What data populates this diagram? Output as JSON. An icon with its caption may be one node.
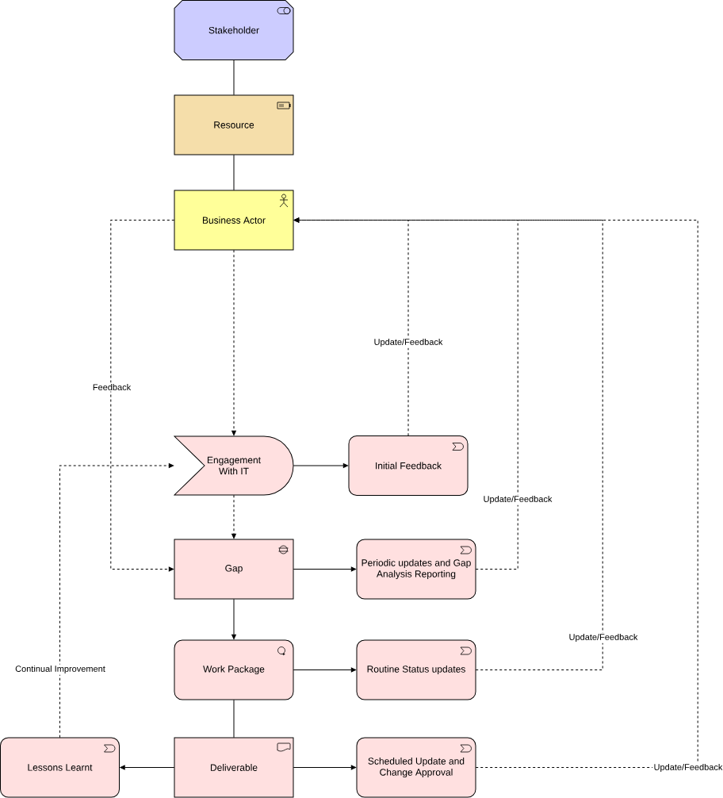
{
  "diagram": {
    "nodes": [
      {
        "text": [
          "Stakeholder"
        ]
      },
      {
        "text": [
          "Resource"
        ]
      },
      {
        "text": [
          "Business Actor"
        ]
      },
      {
        "text": [
          "Engagement With IT"
        ]
      },
      {
        "text": [
          "Initial Feedback"
        ]
      },
      {
        "text": [
          "Gap"
        ]
      },
      {
        "text": [
          "Periodic updates and Gap Analysis Reporting"
        ]
      },
      {
        "text": [
          "Work Package"
        ]
      },
      {
        "text": [
          "Routine Status updates"
        ]
      },
      {
        "text": [
          "Lessons Learnt"
        ]
      },
      {
        "text": [
          "Deliverable"
        ]
      },
      {
        "text": [
          "Scheduled Update and Change Approval"
        ]
      }
    ],
    "edges": [
      {
        "from": 0,
        "to": 1,
        "arrow": "none"
      },
      {
        "from": 1,
        "to": 2,
        "arrow": "none"
      },
      {
        "from": 2,
        "to": 3,
        "arrow": "to",
        "style": "dashed"
      },
      {
        "from": 2,
        "to": 5,
        "arrow": "to",
        "style": "dashed",
        "label": "Feedback"
      },
      {
        "from": 3,
        "to": 4,
        "arrow": "to"
      },
      {
        "from": 3,
        "to": 5,
        "arrow": "to",
        "style": "dashed"
      },
      {
        "from": 4,
        "to": 2,
        "arrow": "to",
        "style": "dashed",
        "label": "Update/Feedback"
      },
      {
        "from": 5,
        "to": 6,
        "arrow": "to"
      },
      {
        "from": 6,
        "to": 2,
        "arrow": "to",
        "style": "dashed",
        "label": "Update/Feedback"
      },
      {
        "from": 5,
        "to": 7,
        "arrow": "to"
      },
      {
        "from": 7,
        "to": 8,
        "arrow": "to"
      },
      {
        "from": 8,
        "to": 2,
        "arrow": "to",
        "style": "dashed",
        "label": "Update/Feedback"
      },
      {
        "from": 7,
        "to": 10,
        "arrow": "none"
      },
      {
        "from": 10,
        "to": 9,
        "arrow": "to"
      },
      {
        "from": 10,
        "to": 11,
        "arrow": "to"
      },
      {
        "from": 11,
        "to": 2,
        "arrow": "to",
        "style": "dashed",
        "label": "Update/Feedback"
      },
      {
        "from": 9,
        "to": 3,
        "arrow": "to",
        "style": "dashed",
        "label": "Continual Improvement"
      }
    ]
  }
}
